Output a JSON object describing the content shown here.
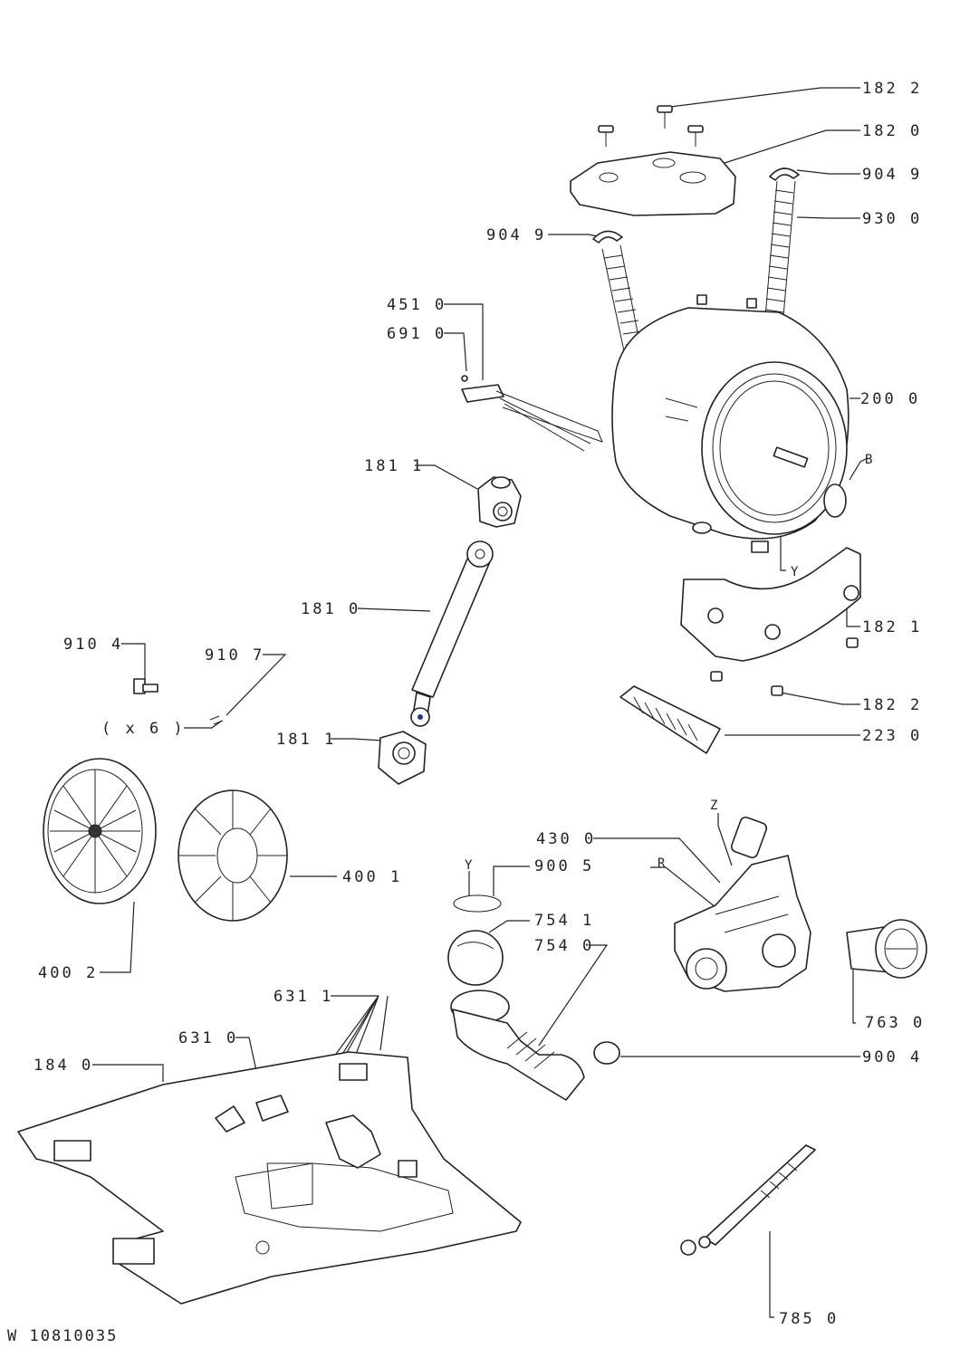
{
  "labels": {
    "l1822_top": "182 2",
    "l1820": "182 0",
    "l9049_right": "904 9",
    "l9300": "930 0",
    "l9049_left": "904 9",
    "l4510": "451 0",
    "l6910": "691 0",
    "l2000": "200 0",
    "lB": "B",
    "l1811_top": "181 1",
    "lY_tub": "Y",
    "l1821": "182 1",
    "l1810": "181 0",
    "l9104": "910 4",
    "l9107": "910 7",
    "lx6": "( x 6 )",
    "l1822_bottom": "182 2",
    "l2230": "223 0",
    "l1811_bottom": "181 1",
    "l4001": "400 1",
    "lZ": "Z",
    "l4300": "430 0",
    "lR": "R",
    "lY_seal": "Y",
    "l9005": "900 5",
    "l7541": "754 1",
    "l7540": "754 0",
    "l4002": "400 2",
    "l7630": "763 0",
    "l6311": "631 1",
    "l6310": "631 0",
    "l1840": "184 0",
    "l9004": "900 4",
    "l7850": "785 0"
  },
  "doc_id": "W 10810035"
}
